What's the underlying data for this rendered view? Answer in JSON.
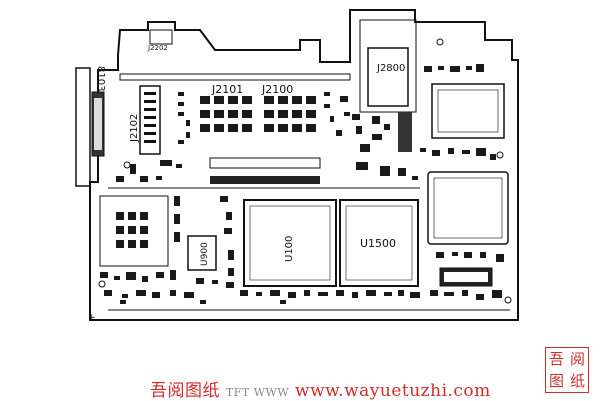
{
  "board": {
    "labels": {
      "j8103": "8103",
      "j2202": "J2202",
      "j2101": "J2101",
      "j2100": "J2100",
      "j2800": "J2800",
      "j2102": "J2102",
      "u100": "U100",
      "u1500": "U1500",
      "u900": "U900"
    },
    "outline_color": "#111111",
    "component_color": "#1a1a1a"
  },
  "footer": {
    "site_cn": "吾阅图纸",
    "site_url": "www.wayuetuzhi.com",
    "ghost": "TFT WWW"
  },
  "seal": {
    "chars": [
      "吾",
      "阅",
      "图",
      "纸"
    ],
    "color": "#c9302c"
  }
}
